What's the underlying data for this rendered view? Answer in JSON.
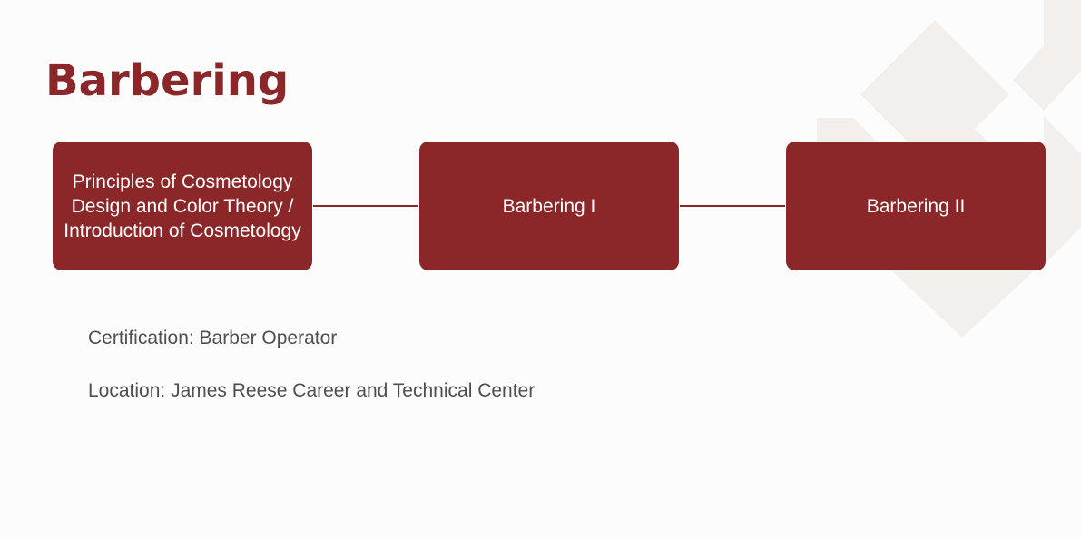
{
  "slide": {
    "title": "Barbering",
    "courses": [
      {
        "label": "Principles of Cosmetology Design and Color Theory / Introduction of Cosmetology"
      },
      {
        "label": "Barbering I"
      },
      {
        "label": "Barbering II"
      }
    ],
    "certification": "Certification: Barber Operator",
    "location": "Location: James Reese Career and Technical Center"
  },
  "colors": {
    "accent": "#8b2729",
    "box_text": "#ffffff",
    "body_text": "#4f4f4f",
    "background": "#fdfcfc",
    "watermark": "#f2eeec"
  }
}
